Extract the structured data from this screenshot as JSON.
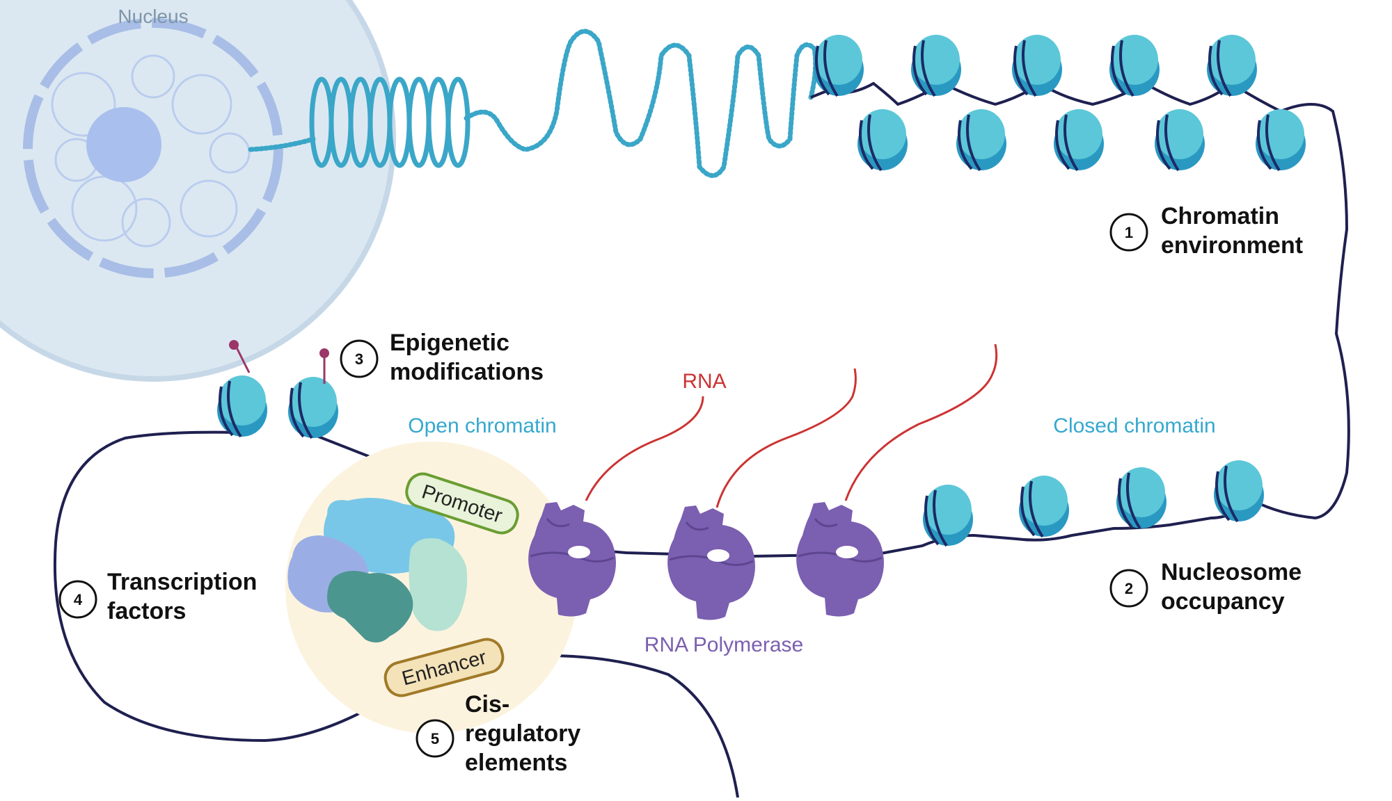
{
  "colors": {
    "dna": "#1f2050",
    "nucleosome_top": "#5cc7d8",
    "nucleosome_side": "#2a99c2",
    "nucleosome_band": "#1c2a66",
    "fiber": "#3aa6c8",
    "rna": "#cc3333",
    "polymerase": "#7b5fb0",
    "polymerase_dark": "#5d4690",
    "mark": "#9b3668",
    "cell": "#dce8f1",
    "nucleus_membrane": "#a8bee7",
    "nucleolus": "#a9c0ee",
    "promoter_fill": "#e8f3d9",
    "promoter_stroke": "#6a9d32",
    "enhancer_fill": "#f4e3b9",
    "enhancer_stroke": "#a07a28",
    "tf_halo": "#fcf3df"
  },
  "labels": {
    "nucleus": "Nucleus",
    "open_chromatin": "Open chromatin",
    "closed_chromatin": "Closed chromatin",
    "rna": "RNA",
    "rna_polymerase": "RNA Polymerase",
    "promoter": "Promoter",
    "enhancer": "Enhancer"
  },
  "factors": [
    {
      "number": "1",
      "lines": [
        "Chromatin",
        "environment"
      ]
    },
    {
      "number": "2",
      "lines": [
        "Nucleosome",
        "occupancy"
      ]
    },
    {
      "number": "3",
      "lines": [
        "Epigenetic",
        "modifications"
      ]
    },
    {
      "number": "4",
      "lines": [
        "Transcription",
        "factors"
      ]
    },
    {
      "number": "5",
      "lines": [
        "Cis-",
        "regulatory",
        "elements"
      ]
    }
  ]
}
